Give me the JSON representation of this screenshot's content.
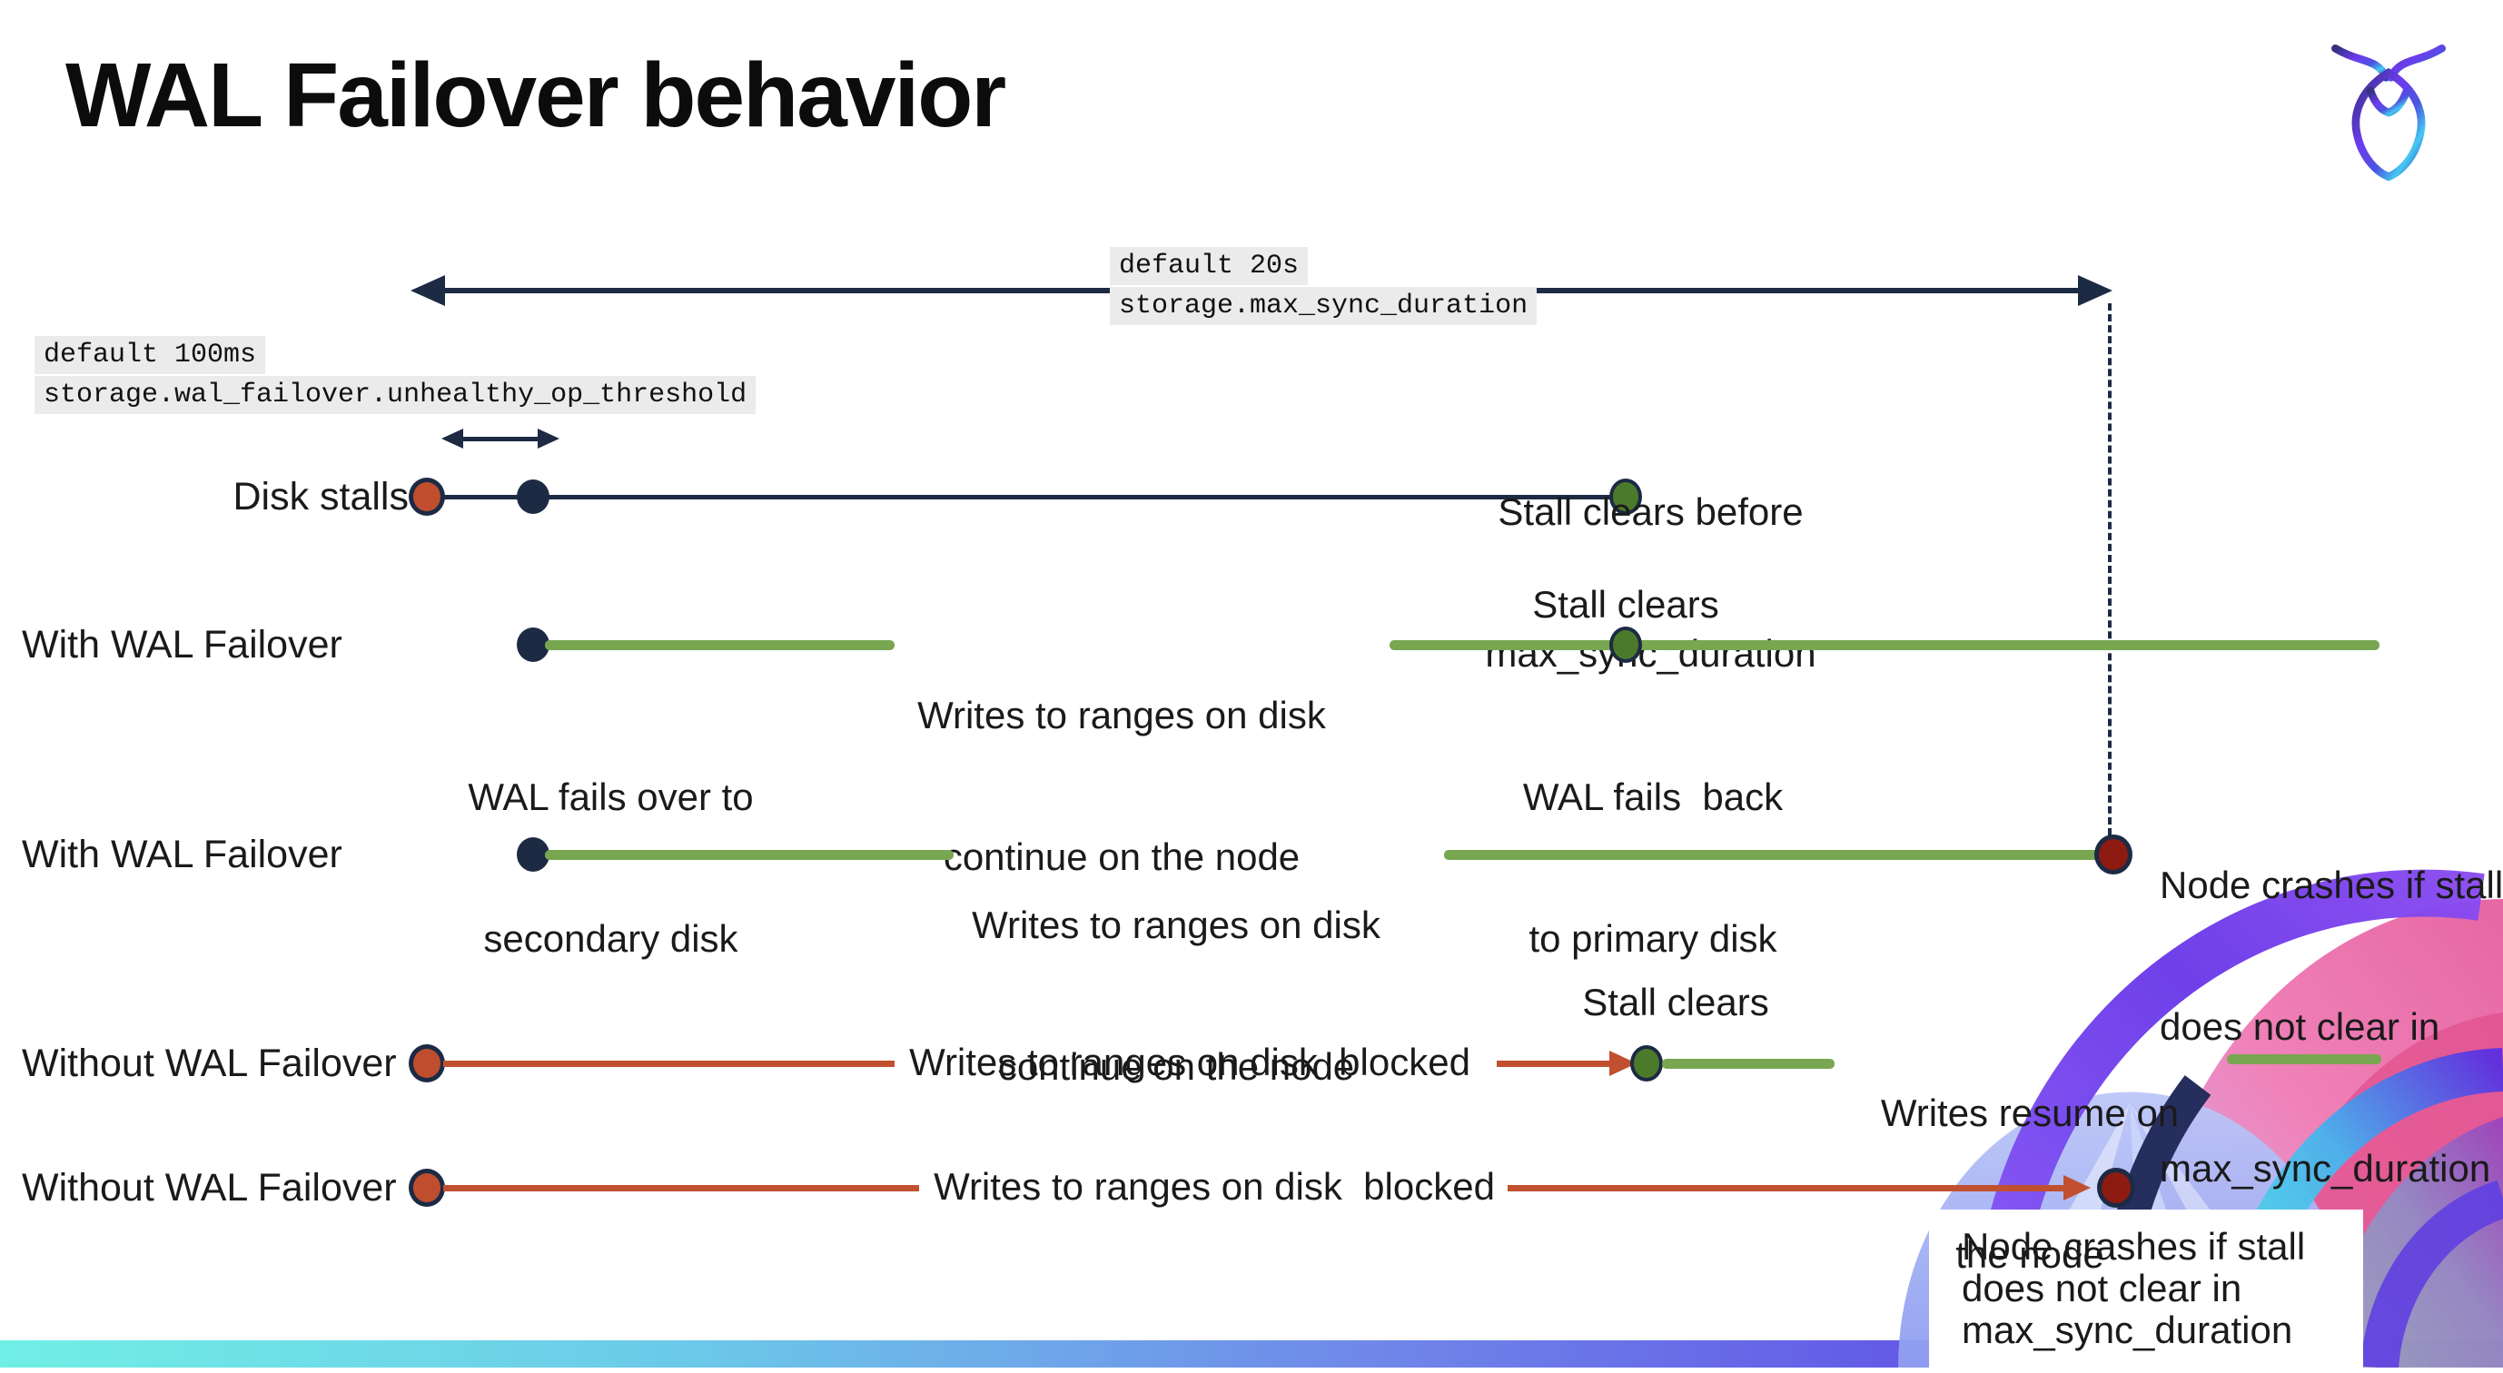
{
  "page": {
    "title": "WAL Failover behavior"
  },
  "logo": {
    "name": "cockroach-logo"
  },
  "settings": {
    "max_sync_duration": {
      "default": "default 20s",
      "name": "storage.max_sync_duration"
    },
    "unhealthy_op_threshold": {
      "default": "default 100ms",
      "name": "storage.wal_failover.unhealthy_op_threshold"
    }
  },
  "rows": [
    {
      "label": "Disk stalls"
    },
    {
      "label": "With WAL Failover"
    },
    {
      "label": "With WAL Failover"
    },
    {
      "label": "Without WAL Failover"
    },
    {
      "label": "Without WAL Failover"
    }
  ],
  "annotations": {
    "stall_clears_before": {
      "line1": "Stall clears before",
      "line2": "max_sync_duration"
    },
    "writes_continue": {
      "line1": "Writes to ranges on disk",
      "line2": "continue on the node"
    },
    "stall_clears": "Stall clears",
    "wal_fails_over": {
      "line1": "WAL fails over to",
      "line2": "secondary disk"
    },
    "wal_fails_back": {
      "line1": "WAL fails  back",
      "line2": "to primary disk"
    },
    "node_crashes": {
      "line1": "Node crashes if stall",
      "line2": "does not clear in",
      "line3": "max_sync_duration"
    },
    "writes_blocked": "Writes to ranges on disk  blocked",
    "writes_resume": {
      "line1": "Writes resume on",
      "line2": "the node"
    }
  },
  "colors": {
    "navy": "#1d2a44",
    "red": "#bf4e2e",
    "red_line": "#c0502f",
    "dark_red": "#8d1b12",
    "green_line": "#78a651",
    "green_dot": "#4c7a2b",
    "label_bg": "#ebebeb",
    "footer_left": "#70efe5",
    "footer_right": "#5a2ee6"
  }
}
